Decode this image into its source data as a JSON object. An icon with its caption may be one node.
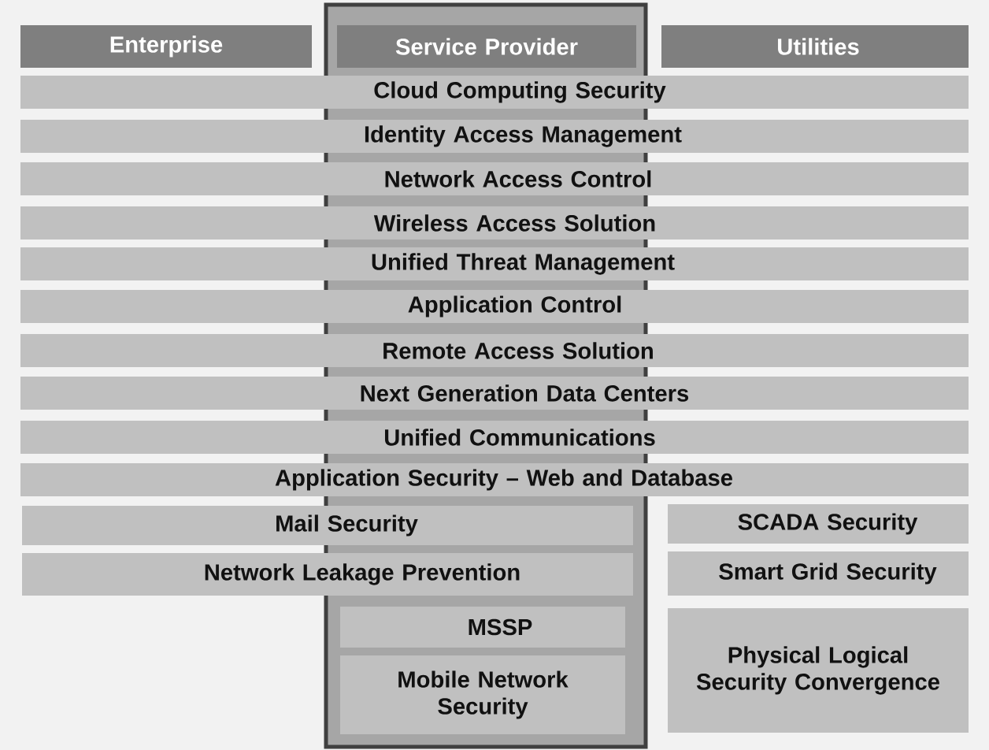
{
  "diagram": {
    "nodes": [
      {
        "text": [
          "Enterprise"
        ]
      },
      {
        "text": [],
        "shape": "box"
      },
      {
        "text": [
          "Service Provider"
        ],
        "in": 1
      },
      {
        "text": [
          "Utilities"
        ]
      },
      {
        "text": [
          "Cloud Computing Security"
        ]
      },
      {
        "text": [
          "Identity Access Management"
        ]
      },
      {
        "text": [
          "Network Access Control"
        ]
      },
      {
        "text": [
          "Wireless Access Solution"
        ]
      },
      {
        "text": [
          "Unified Threat Management"
        ]
      },
      {
        "text": [
          "Application Control"
        ]
      },
      {
        "text": [
          "Remote Access Solution"
        ]
      },
      {
        "text": [
          "Next Generation Data Centers"
        ]
      },
      {
        "text": [
          "Unified Communications"
        ]
      },
      {
        "text": [
          "Application Security – Web and Database"
        ]
      },
      {
        "text": [
          "Mail Security"
        ]
      },
      {
        "text": [
          "SCADA Security"
        ]
      },
      {
        "text": [
          "Network Leakage Prevention"
        ]
      },
      {
        "text": [
          "Smart Grid Security"
        ]
      },
      {
        "text": [
          "MSSP"
        ],
        "in": 1
      },
      {
        "text": [
          "Physical Logical Security Convergence"
        ]
      },
      {
        "text": [
          "Mobile Network Security"
        ],
        "in": 1
      }
    ]
  }
}
